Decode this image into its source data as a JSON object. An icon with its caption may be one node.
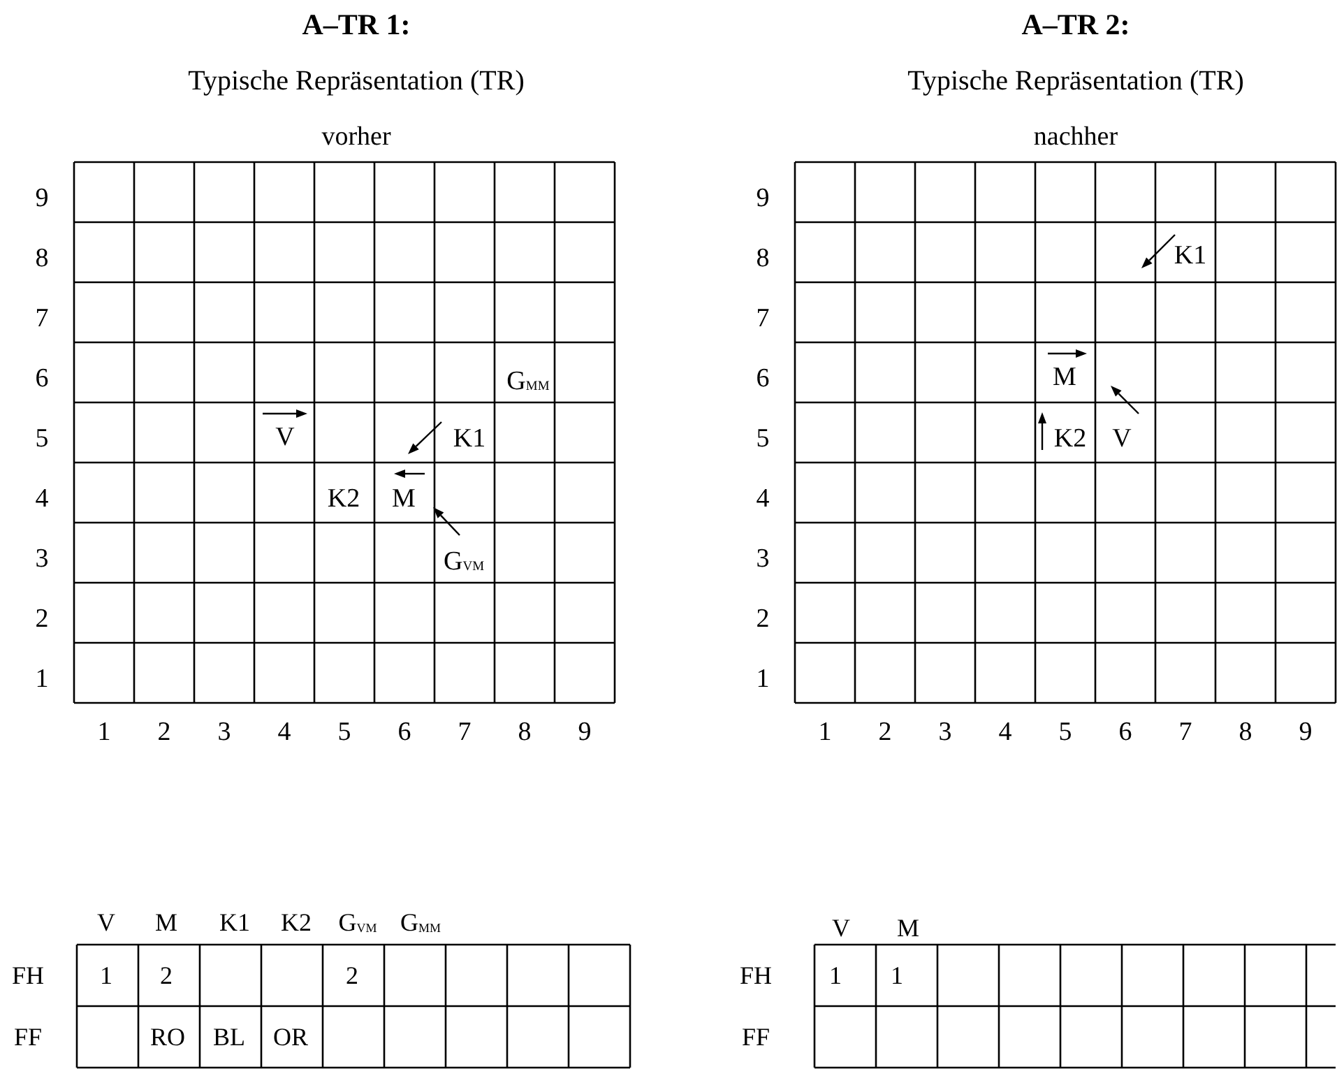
{
  "diagram": {
    "labels": [
      "A–TR 1:",
      "Typische Repräsentation (TR)",
      "vorher",
      "9",
      "8",
      "7",
      "6",
      "5",
      "4",
      "3",
      "2",
      "1",
      "G$_{MM}$",
      "V",
      "K1",
      "K2",
      "M",
      "G$_{VM}$",
      "1",
      "2",
      "3",
      "4",
      "5",
      "6",
      "7",
      "8",
      "9",
      "V",
      "M",
      "K1",
      "K2",
      "G$_{VM}$",
      "G$_{MM}$",
      "FH",
      "1",
      "2",
      "2",
      "FF",
      "RO",
      "BL",
      "OR",
      "A–TR 2:",
      "Typische Repräsentation (TR)",
      "nachher",
      "9",
      "8",
      "7",
      "6",
      "5",
      "4",
      "3",
      "2",
      "1",
      "K1",
      "M",
      "K2",
      "V",
      "1",
      "2",
      "3",
      "4",
      "5",
      "6",
      "7",
      "8",
      "9",
      "V",
      "M",
      "FH",
      "1",
      "1",
      "FF"
    ]
  }
}
